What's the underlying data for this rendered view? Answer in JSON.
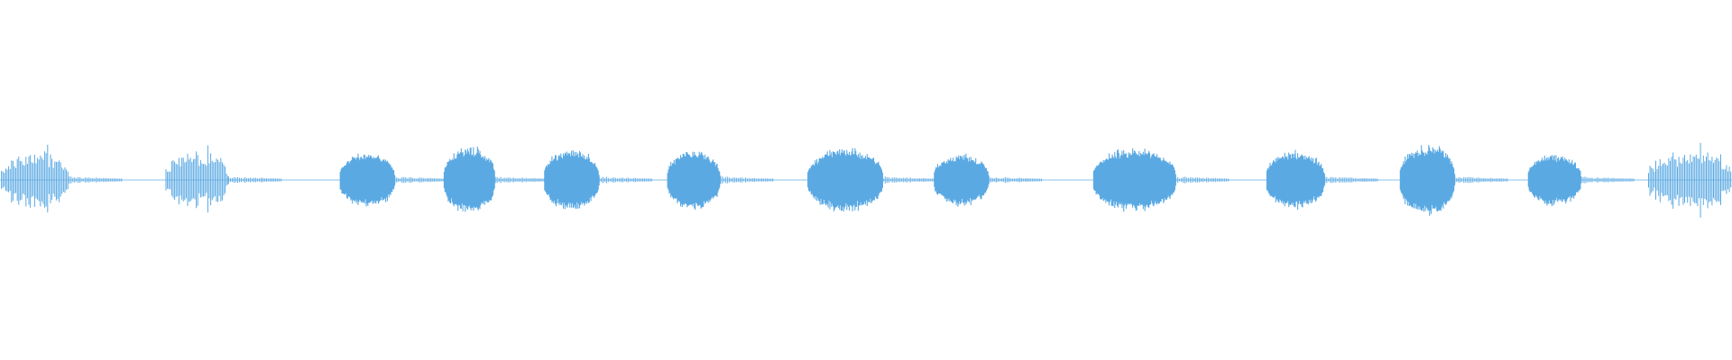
{
  "waveform": {
    "color": "#5aa9e3",
    "background": "#ffffff",
    "bursts": [
      {
        "start": 0.0,
        "end": 0.04,
        "amplitude": 0.82,
        "texture": "spiky"
      },
      {
        "start": 0.095,
        "end": 0.132,
        "amplitude": 0.8,
        "texture": "spiky"
      },
      {
        "start": 0.196,
        "end": 0.228,
        "amplitude": 0.62,
        "texture": "dense"
      },
      {
        "start": 0.256,
        "end": 0.286,
        "amplitude": 0.74,
        "texture": "dense"
      },
      {
        "start": 0.314,
        "end": 0.346,
        "amplitude": 0.68,
        "texture": "dense"
      },
      {
        "start": 0.385,
        "end": 0.416,
        "amplitude": 0.66,
        "texture": "dense"
      },
      {
        "start": 0.466,
        "end": 0.51,
        "amplitude": 0.7,
        "texture": "dense"
      },
      {
        "start": 0.539,
        "end": 0.571,
        "amplitude": 0.58,
        "texture": "dense"
      },
      {
        "start": 0.631,
        "end": 0.679,
        "amplitude": 0.7,
        "texture": "dense"
      },
      {
        "start": 0.731,
        "end": 0.765,
        "amplitude": 0.64,
        "texture": "dense"
      },
      {
        "start": 0.808,
        "end": 0.84,
        "amplitude": 0.78,
        "texture": "dense"
      },
      {
        "start": 0.882,
        "end": 0.913,
        "amplitude": 0.58,
        "texture": "dense"
      },
      {
        "start": 0.951,
        "end": 1.0,
        "amplitude": 0.82,
        "texture": "spiky"
      }
    ]
  }
}
